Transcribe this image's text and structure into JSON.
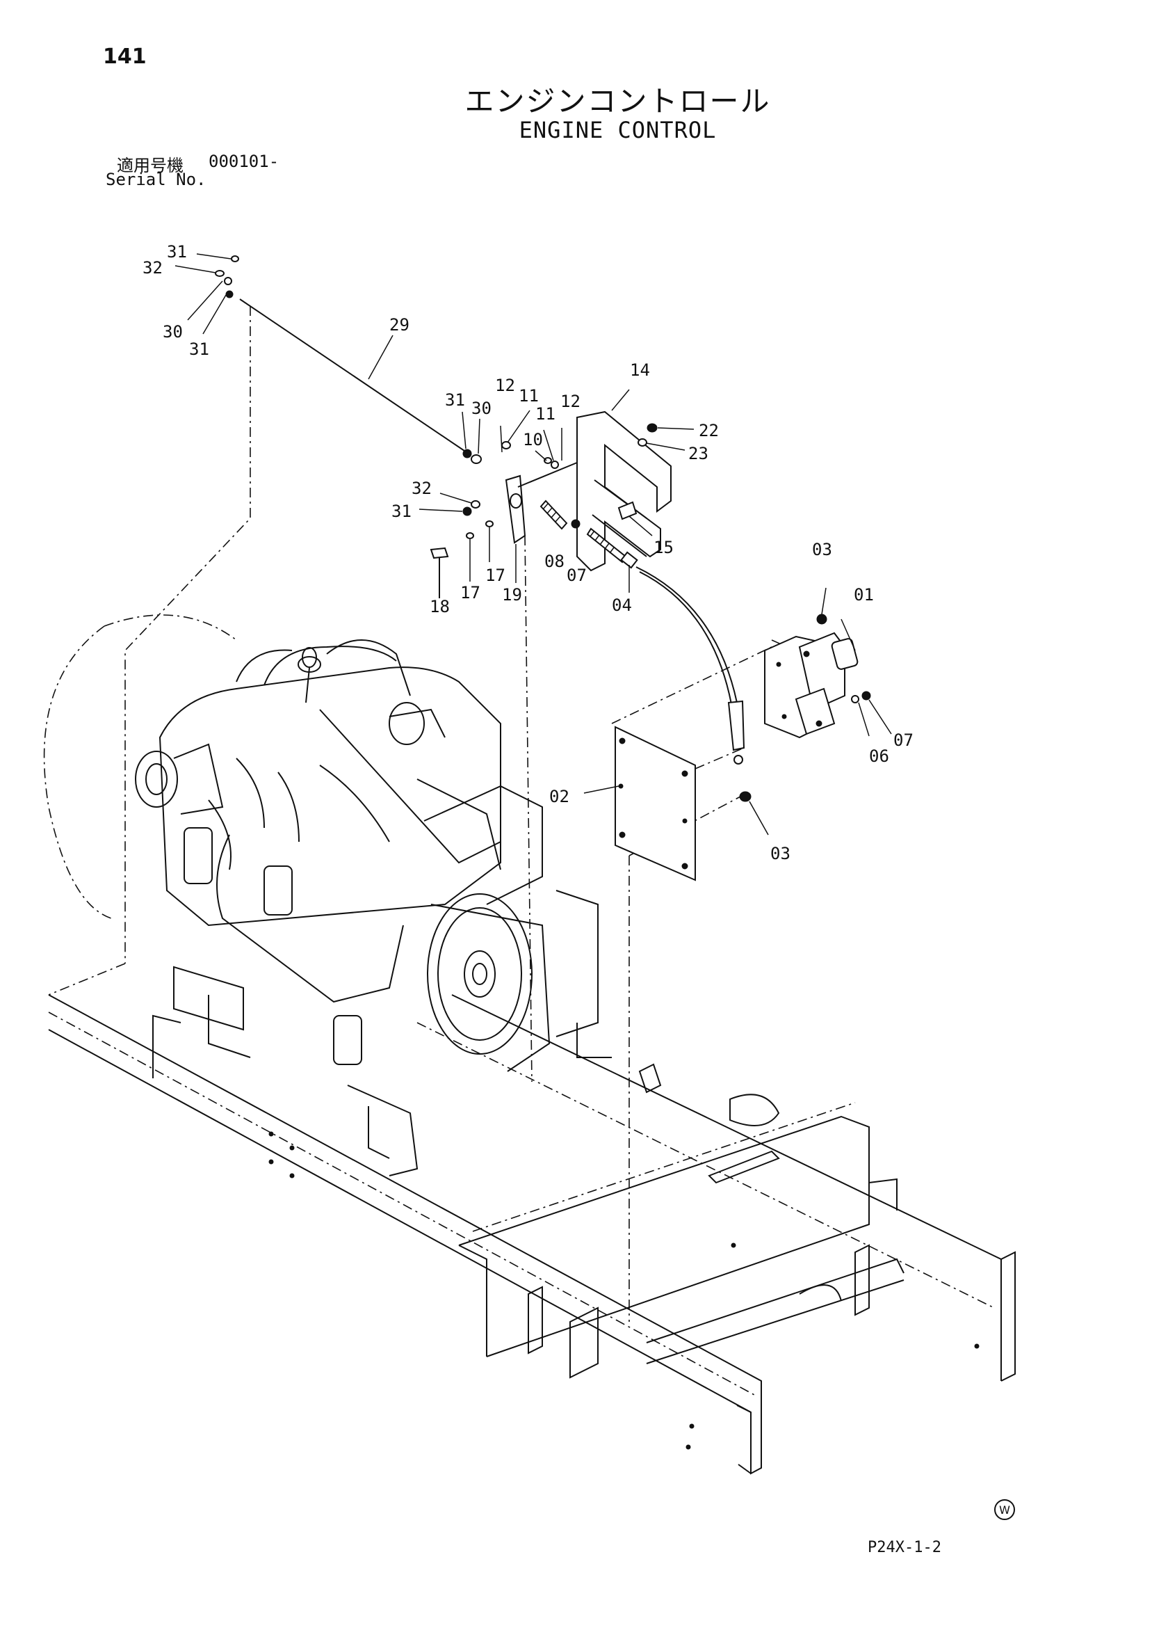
{
  "header": {
    "page_number": "141",
    "title_jp": "エンジンコントロール",
    "title_en": "ENGINE CONTROL",
    "serial_label_jp": "適用号機",
    "serial_value": "000101-",
    "serial_label_en": "Serial No."
  },
  "footer": {
    "drawing_code": "P24X-1-2",
    "w_mark": "W"
  },
  "callouts": {
    "c31_a": "31",
    "c32_a": "32",
    "c30_a": "30",
    "c31_b": "31",
    "c29": "29",
    "c31_c": "31",
    "c30_b": "30",
    "c12_a": "12",
    "c11_a": "11",
    "c11_b": "11",
    "c12_b": "12",
    "c10": "10",
    "c14": "14",
    "c22": "22",
    "c23": "23",
    "c32_b": "32",
    "c31_d": "31",
    "c08": "08",
    "c07_a": "07",
    "c15": "15",
    "c04": "04",
    "c18": "18",
    "c17_a": "17",
    "c17_b": "17",
    "c19": "19",
    "c03_a": "03",
    "c01": "01",
    "c07_b": "07",
    "c06": "06",
    "c02": "02",
    "c03_b": "03"
  }
}
